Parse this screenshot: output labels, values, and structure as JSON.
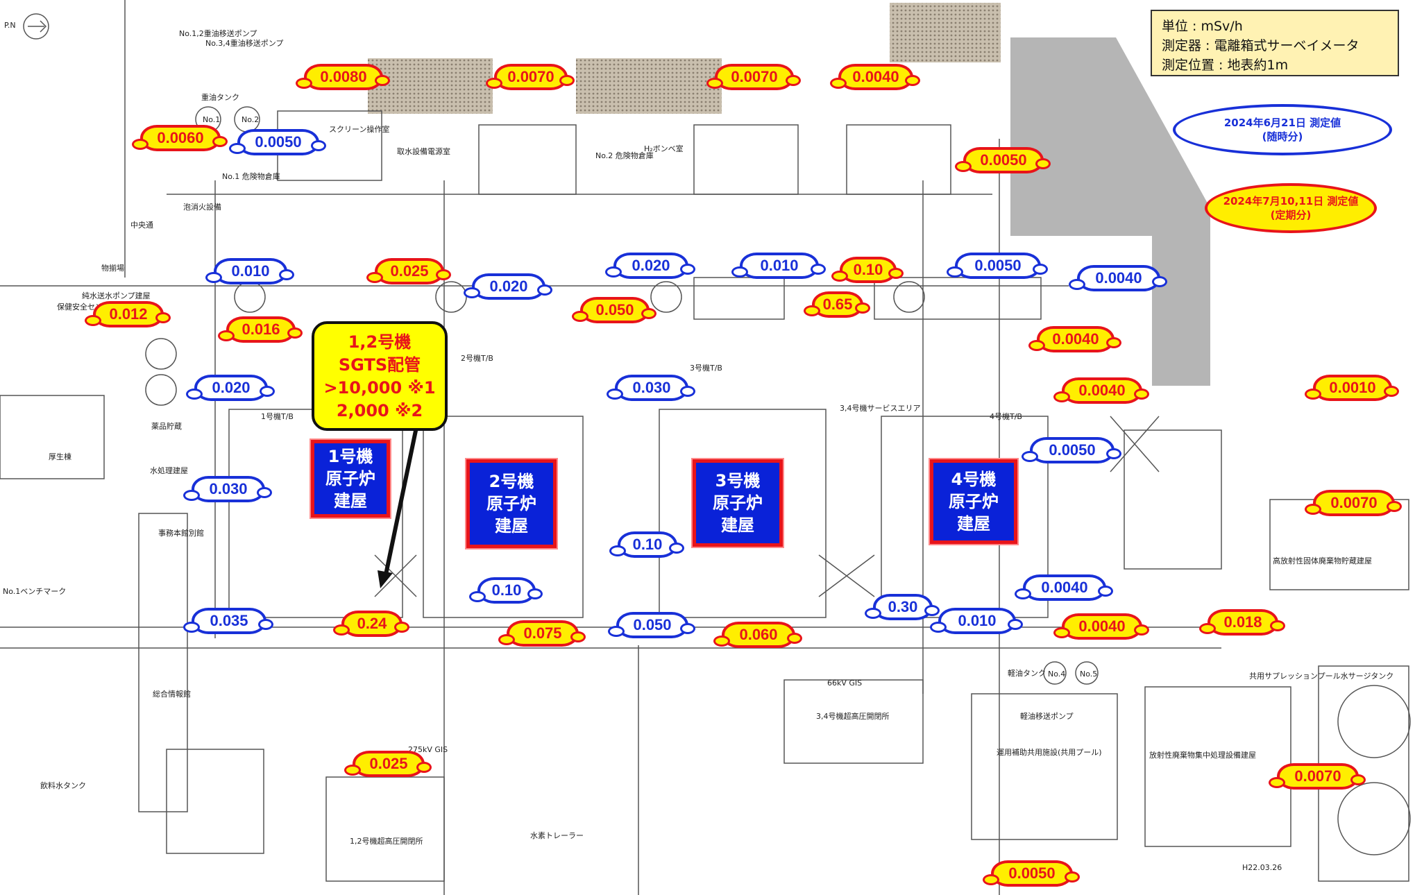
{
  "legend": {
    "unit": "単位 : mSv/h",
    "instrument": "測定器 : 電離箱式サーベイメータ",
    "position": "測定位置 : 地表約1m"
  },
  "date_labels": {
    "blue_line1": "2024年6月21日 測定値",
    "blue_line2": "(随時分)",
    "red_line1": "2024年7月10,11日 測定値",
    "red_line2": "(定期分)"
  },
  "callout": {
    "line1": "1,2号機",
    "line2": "SGTS配管",
    "line3": ">10,000 ※1",
    "line4": "2,000 ※2"
  },
  "reactors": [
    {
      "l1": "1号機",
      "l2": "原子炉",
      "l3": "建屋"
    },
    {
      "l1": "2号機",
      "l2": "原子炉",
      "l3": "建屋"
    },
    {
      "l1": "3号機",
      "l2": "原子炉",
      "l3": "建屋"
    },
    {
      "l1": "4号機",
      "l2": "原子炉",
      "l3": "建屋"
    }
  ],
  "readings_red": [
    "0.0080",
    "0.0070",
    "0.0070",
    "0.0040",
    "0.0060",
    "0.0050",
    "0.025",
    "0.10",
    "0.012",
    "0.050",
    "0.65",
    "0.016",
    "0.0040",
    "0.0040",
    "0.0010",
    "0.0070",
    "0.24",
    "0.075",
    "0.060",
    "0.0040",
    "0.018",
    "0.025",
    "0.0070",
    "0.0050"
  ],
  "readings_blue": [
    "0.0050",
    "0.010",
    "0.020",
    "0.020",
    "0.010",
    "0.0050",
    "0.0040",
    "0.020",
    "0.030",
    "0.0050",
    "0.030",
    "0.10",
    "0.10",
    "0.30",
    "0.0040",
    "0.035",
    "0.050",
    "0.010"
  ],
  "plan_labels": {
    "north": "P.N",
    "pump12": "No.1,2重油移送ポンプ",
    "pump34": "No.3,4重油移送ポンプ",
    "heavy_oil_tank": "重油タンク",
    "no1": "No.1",
    "no2": "No.2",
    "screen_room": "スクリーン操作室",
    "intake_room": "取水設備電源室",
    "hazard1": "No.1 危険物倉庫",
    "hazard2": "No.2 危険物倉庫",
    "h2_cylinder": "H₂ボンベ室",
    "fire_eq": "泡消火設備",
    "central": "中央通",
    "storage": "物揃場",
    "pure_water_pump": "純水送水ポンプ建屋",
    "safety_room": "保健安全センター",
    "tb1": "1号機T/B",
    "tb2": "2号機T/B",
    "tb3": "3号機T/B",
    "tb4": "4号機T/B",
    "rb_cover34": "3,4号機サービスエリア",
    "office_annex": "事務本館別館",
    "welfare": "厚生棟",
    "chemicals": "薬品貯蔵",
    "water_treat": "水処理建屋",
    "general_info": "総合情報館",
    "gis275": "275kV GIS",
    "gis66": "66kV GIS",
    "hv34": "3,4号機超高圧開閉所",
    "hv12": "1,2号機超高圧開閉所",
    "h2_trailer": "水素トレーラー",
    "drink_tank": "飲料水タンク",
    "aux_common": "運用補助共用施設(共用プール)",
    "waste_store": "放射性廃棄物集中処理設備建屋",
    "solid_waste": "高放射性固体廃棄物貯蔵建屋",
    "suppression": "共用サプレッションプール水サージタンク",
    "light_oil": "軽油タンク",
    "no4": "No.4",
    "no5": "No.5",
    "light_oil_pump": "軽油移送ポンプ",
    "date_stamp": "H22.03.26",
    "benchmark": "No.1ベンチマーク"
  }
}
